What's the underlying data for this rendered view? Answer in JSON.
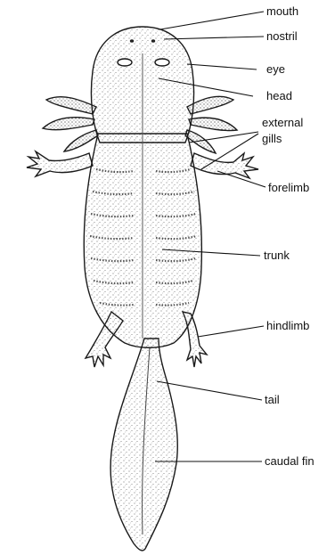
{
  "diagram": {
    "labels": {
      "mouth": "mouth",
      "nostril": "nostril",
      "eye": "eye",
      "head": "head",
      "external": "external",
      "gills": "gills",
      "forelimb": "forelimb",
      "trunk": "trunk",
      "hindlimb": "hindlimb",
      "tail": "tail",
      "caudal_fin": "caudal fin"
    },
    "colors": {
      "ink": "#111111",
      "body_fill": "#efefef",
      "stipple": "#555555"
    }
  }
}
